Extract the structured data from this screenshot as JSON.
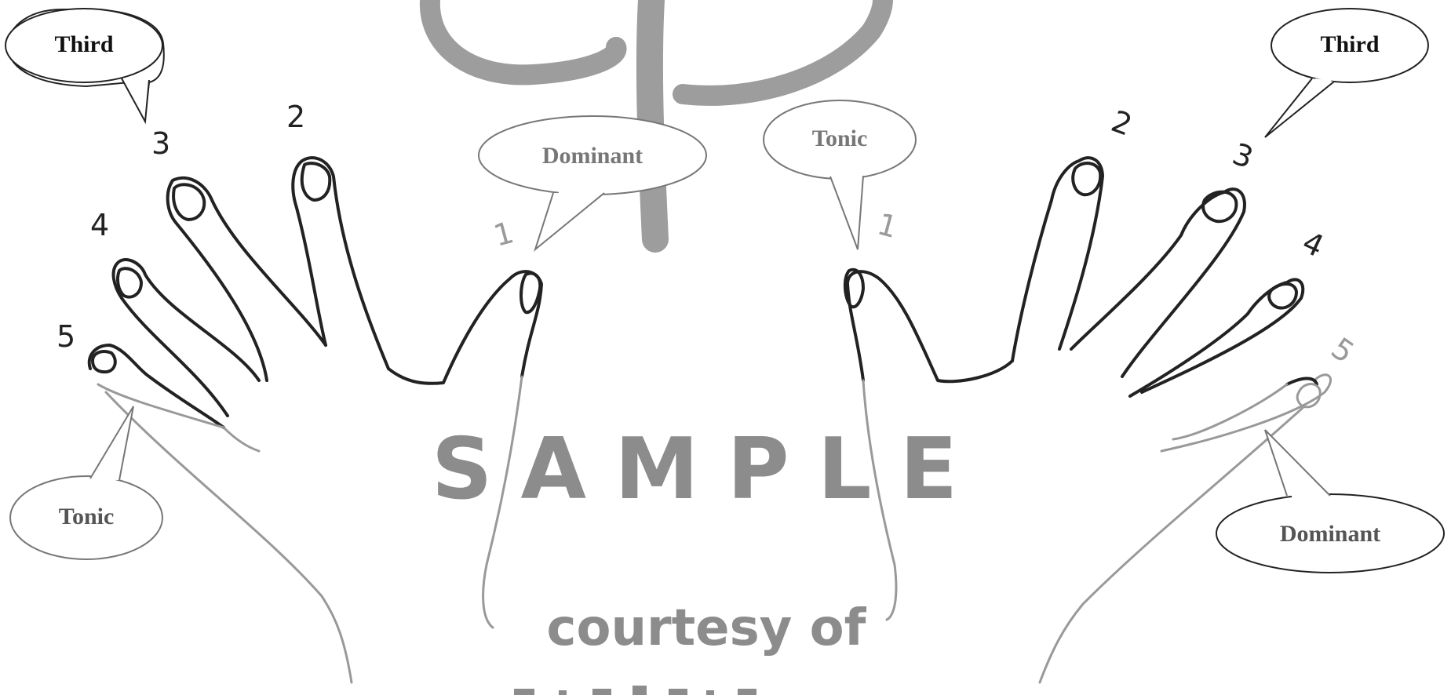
{
  "watermark": {
    "sample": "SAMPLE",
    "courtesy": "courtesy of",
    "logo_monogram": "cp"
  },
  "left_hand": {
    "finger_numbers": [
      "1",
      "2",
      "3",
      "4",
      "5"
    ],
    "callouts": {
      "third": "Third",
      "dominant": "Dominant",
      "tonic": "Tonic"
    }
  },
  "right_hand": {
    "finger_numbers": [
      "1",
      "2",
      "3",
      "4",
      "5"
    ],
    "callouts": {
      "third": "Third",
      "tonic": "Tonic",
      "dominant": "Dominant"
    }
  }
}
